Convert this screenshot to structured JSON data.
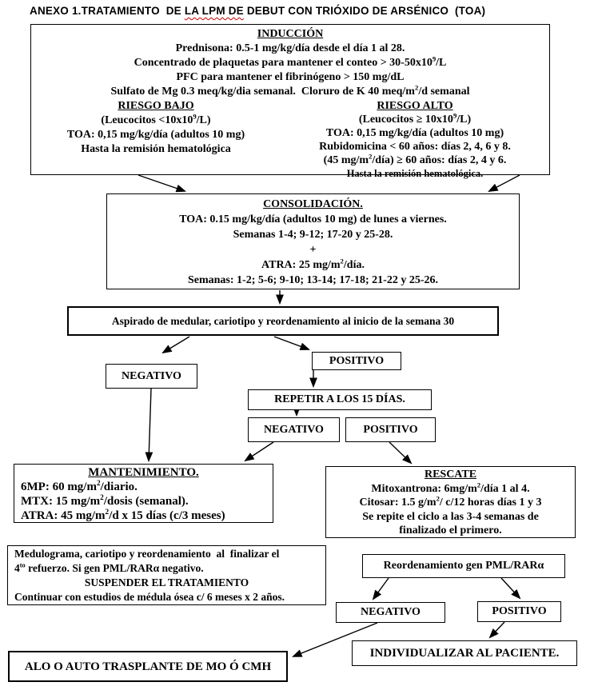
{
  "colors": {
    "text": "#000000",
    "background": "#ffffff",
    "spellcheck_underline": "#cc0000"
  },
  "title": {
    "parts": [
      "ANEXO 1.TRATAMIENTO  DE ",
      "LA LPM DE",
      " DEBUT CON TRIÓXIDO DE ARSÉNICO  (TOA)"
    ]
  },
  "induccion": {
    "heading": "INDUCCIÓN",
    "lines": [
      "Prednisona: 0.5-1 mg/kg/día desde el día 1 al 28.",
      "Concentrado de plaquetas para mantener el conteo > 30-50x10^{9}/L",
      "PFC para mantener el fibrinógeno > 150 mg/dL",
      "Sulfato de Mg 0.3 meq/kg/dia semanal.  Cloruro de K 40 meq/m^{2}/d semanal"
    ],
    "riesgo_bajo": {
      "heading": "RIESGO BAJO",
      "lines": [
        "(Leucocitos <10x10^{9}/L)",
        "TOA: 0,15 mg/kg/día (adultos 10 mg)",
        "Hasta la remisión hematológica"
      ]
    },
    "riesgo_alto": {
      "heading": "RIESGO ALTO",
      "lines": [
        "(Leucocitos ≥ 10x10^{9}/L)",
        "TOA: 0,15 mg/kg/día (adultos 10 mg)",
        "Rubidomicina < 60 años: días 2, 4, 6 y 8.",
        "(45 mg/m^{2}/día) ≥ 60 años: días 2, 4 y 6.",
        "Hasta la remisión hematológica."
      ]
    }
  },
  "consolidacion": {
    "heading": "CONSOLIDACIÓN.",
    "lines": [
      "TOA: 0.15 mg/kg/día (adultos 10 mg) de lunes a viernes.",
      "Semanas 1-4; 9-12; 17-20 y 25-28.",
      "+",
      "ATRA: 25 mg/m^{2}/día.",
      "Semanas: 1-2; 5-6; 9-10; 13-14; 17-18; 21-22 y 25-26."
    ]
  },
  "aspirado": {
    "text": "Aspirado de medular, cariotipo y reordenamiento al inicio de la semana 30"
  },
  "decision1": {
    "negativo": "NEGATIVO",
    "positivo": "POSITIVO"
  },
  "repetir": {
    "text": "REPETIR A LOS 15 DÍAS."
  },
  "decision2": {
    "negativo": "NEGATIVO",
    "positivo": "POSITIVO"
  },
  "mantenimiento": {
    "heading": "MANTENIMIENTO.",
    "lines": [
      "6MP: 60 mg/m^{2}/diario.",
      "MTX: 15 mg/m^{2}/dosis (semanal).",
      "ATRA: 45 mg/m^{2}/d x 15 días (c/3 meses)"
    ]
  },
  "rescate": {
    "heading": "RESCATE",
    "lines": [
      "Mitoxantrona: 6mg/m^{2}/día 1 al 4.",
      "Citosar: 1.5 g/m^{2}/ c/12 horas días 1 y 3",
      "Se repite el ciclo a las 3-4 semanas de",
      "finalizado el primero."
    ]
  },
  "medulograma": {
    "lines": [
      "Medulograma, cariotipo y reordenamiento  al  finalizar el",
      "4^{to} refuerzo. Si gen PML/RARα negativo."
    ],
    "emphasis": "SUSPENDER EL TRATAMIENTO",
    "footer": "Continuar con estudios de médula ósea c/ 6 meses x 2 años."
  },
  "reordenamiento": {
    "text": "Reordenamiento gen PML/RARα"
  },
  "decision3": {
    "negativo": "NEGATIVO",
    "positivo": "POSITIVO"
  },
  "individualizar": {
    "text": "INDIVIDUALIZAR AL PACIENTE."
  },
  "trasplante": {
    "text": "ALO O AUTO TRASPLANTE DE MO Ó CMH"
  }
}
